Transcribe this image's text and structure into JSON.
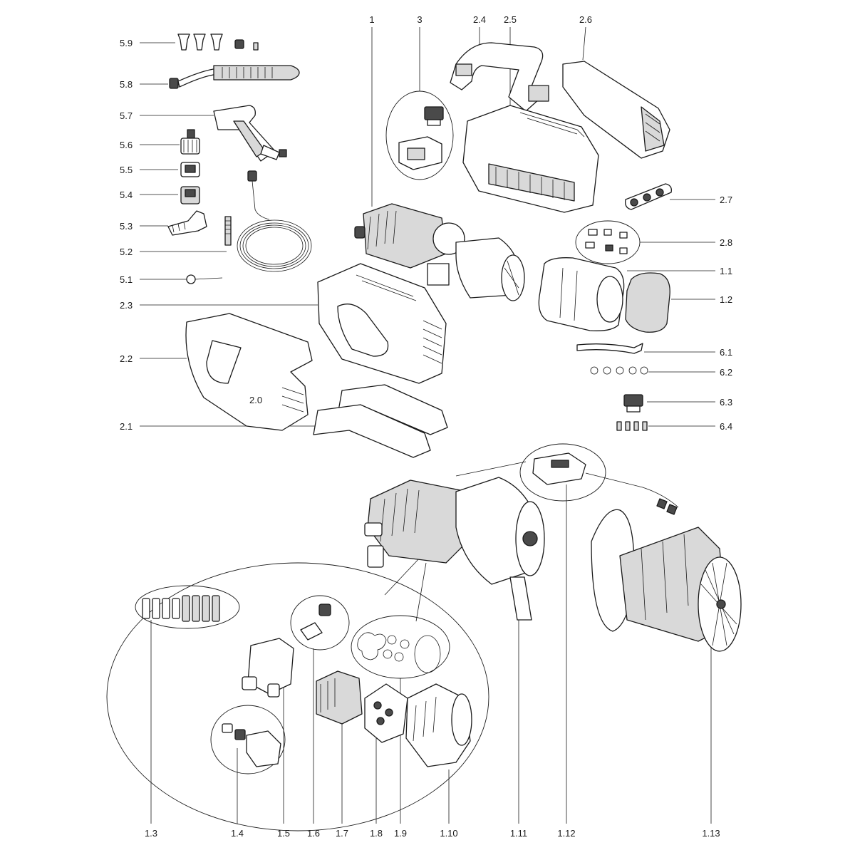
{
  "part_labels": [
    {
      "key": "l_1",
      "text": "1"
    },
    {
      "key": "l_3",
      "text": "3"
    },
    {
      "key": "l_2_4",
      "text": "2.4"
    },
    {
      "key": "l_2_5",
      "text": "2.5"
    },
    {
      "key": "l_2_6",
      "text": "2.6"
    },
    {
      "key": "l_5_9",
      "text": "5.9"
    },
    {
      "key": "l_5_8",
      "text": "5.8"
    },
    {
      "key": "l_5_7",
      "text": "5.7"
    },
    {
      "key": "l_5_6",
      "text": "5.6"
    },
    {
      "key": "l_5_5",
      "text": "5.5"
    },
    {
      "key": "l_5_4",
      "text": "5.4"
    },
    {
      "key": "l_5_3",
      "text": "5.3"
    },
    {
      "key": "l_5_2",
      "text": "5.2"
    },
    {
      "key": "l_5_1",
      "text": "5.1"
    },
    {
      "key": "l_2_3",
      "text": "2.3"
    },
    {
      "key": "l_2_2",
      "text": "2.2"
    },
    {
      "key": "l_2_1",
      "text": "2.1"
    },
    {
      "key": "l_2_7",
      "text": "2.7"
    },
    {
      "key": "l_2_8",
      "text": "2.8"
    },
    {
      "key": "l_1_1",
      "text": "1.1"
    },
    {
      "key": "l_1_2",
      "text": "1.2"
    },
    {
      "key": "l_6_1",
      "text": "6.1"
    },
    {
      "key": "l_6_2",
      "text": "6.2"
    },
    {
      "key": "l_6_3",
      "text": "6.3"
    },
    {
      "key": "l_6_4",
      "text": "6.4"
    },
    {
      "key": "l_1_3",
      "text": "1.3"
    },
    {
      "key": "l_1_4",
      "text": "1.4"
    },
    {
      "key": "l_1_5",
      "text": "1.5"
    },
    {
      "key": "l_1_6",
      "text": "1.6"
    },
    {
      "key": "l_1_7",
      "text": "1.7"
    },
    {
      "key": "l_1_8",
      "text": "1.8"
    },
    {
      "key": "l_1_9",
      "text": "1.9"
    },
    {
      "key": "l_1_10",
      "text": "1.10"
    },
    {
      "key": "l_1_11",
      "text": "1.11"
    },
    {
      "key": "l_1_12",
      "text": "1.12"
    },
    {
      "key": "l_1_13",
      "text": "1.13"
    }
  ],
  "cover_marking": "2.0",
  "colors": {
    "line": "#1a1a1a",
    "fill_light": "#d9d9d9",
    "fill_dark": "#4a4a4a",
    "background": "#ffffff"
  }
}
